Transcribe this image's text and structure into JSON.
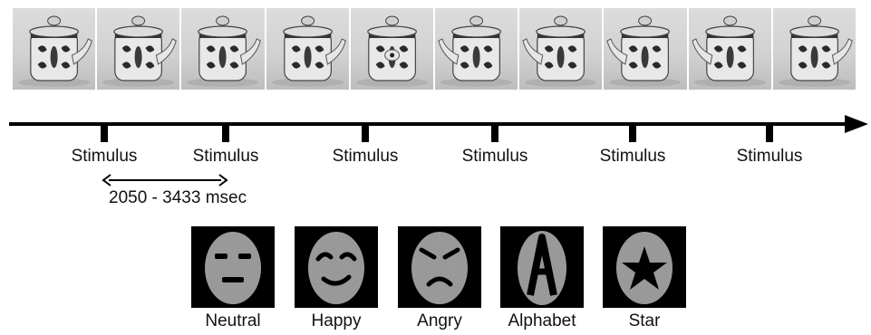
{
  "stimulus_frames": [
    {
      "id": 1,
      "image": "teapot-photo",
      "spout": "right"
    },
    {
      "id": 2,
      "image": "teapot-photo",
      "spout": "right"
    },
    {
      "id": 3,
      "image": "teapot-photo",
      "spout": "right"
    },
    {
      "id": 4,
      "image": "teapot-photo",
      "spout": "right"
    },
    {
      "id": 5,
      "image": "teapot-photo",
      "spout": "front"
    },
    {
      "id": 6,
      "image": "teapot-photo",
      "spout": "left"
    },
    {
      "id": 7,
      "image": "teapot-photo",
      "spout": "left"
    },
    {
      "id": 8,
      "image": "teapot-photo",
      "spout": "left"
    },
    {
      "id": 9,
      "image": "teapot-photo",
      "spout": "left"
    },
    {
      "id": 10,
      "image": "teapot-photo",
      "spout": "right"
    }
  ],
  "timeline": {
    "markers": [
      {
        "label": "Stimulus"
      },
      {
        "label": "Stimulus"
      },
      {
        "label": "Stimulus"
      },
      {
        "label": "Stimulus"
      },
      {
        "label": "Stimulus"
      },
      {
        "label": "Stimulus"
      }
    ],
    "interval_label": "2050 - 3433 msec"
  },
  "stimulus_types": [
    {
      "label": "Neutral",
      "icon": "neutral-face-icon"
    },
    {
      "label": "Happy",
      "icon": "happy-face-icon"
    },
    {
      "label": "Angry",
      "icon": "angry-face-icon"
    },
    {
      "label": "Alphabet",
      "icon": "letter-a-icon"
    },
    {
      "label": "Star",
      "icon": "star-icon"
    }
  ],
  "colors": {
    "background": "#ffffff",
    "stimulus_box": "#000000",
    "stimulus_oval": "#8a8a8a",
    "axis": "#000000"
  }
}
